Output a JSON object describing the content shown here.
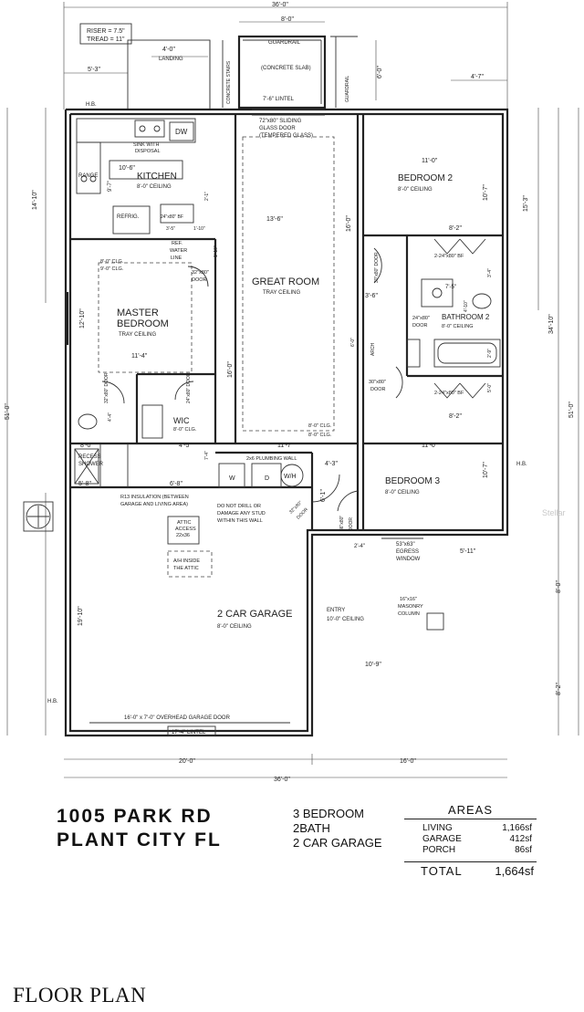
{
  "dims": {
    "top_overall": "36'-0\"",
    "top_stair": "8'-0\"",
    "landing_w": "4'-0\"",
    "left_offset": "5'-3\"",
    "right_offset": "4'-7\"",
    "slab_depth": "6'-0\"",
    "left_upper": "14'-10\"",
    "left_overall": "51'-0\"",
    "left_garage": "19'-10\"",
    "right_upper": "15'-3\"",
    "right_mid": "34'-10\"",
    "right_overall": "51'-0\"",
    "right_porch": "8'-0\"",
    "right_porch2": "8'-2\"",
    "bottom_left": "20'-0\"",
    "bottom_right": "16'-0\"",
    "bottom_overall": "36'-0\"",
    "kitchen_w": "10'-6\"",
    "kitchen_d": "9'-7\"",
    "great_w": "13'-6\"",
    "great_d": "16'-0\"",
    "bed2_w": "11'-0\"",
    "bed2_d": "10'-7\"",
    "bath_w": "8'-2\"",
    "bath_w2": "8'-2\"",
    "bath_in": "3'-6\"",
    "bath_in2": "7'-5\"",
    "bath_d": "4'-10\"",
    "bath_d2": "3'-4\"",
    "bath_d3": "2'-9\"",
    "bath_d4": "5'-0\"",
    "master_w": "11'-4\"",
    "master_d": "12'-10\"",
    "master_d2": "16'-0\"",
    "great_bottom": "11'-7\"",
    "bed3_w": "11'-0\"",
    "bed3_d": "10'-7\"",
    "closet_w": "8'-0\"",
    "wic_w": "4'-5\"",
    "wic_d": "7'-4\"",
    "shower_w": "5'-8\"",
    "laundry_w": "6'-8\"",
    "hall_w": "4'-3\"",
    "hall_d": "6'-1\"",
    "hall_w2": "2'-4\"",
    "egress_off": "5'-11\"",
    "entry_w": "10'-9\"",
    "ref_w": "3'-5\"",
    "ref_d": "1'-10\"",
    "ref_d2": "2'-1\"",
    "kit_d3": "1'-10\"",
    "hall_h": "6'-0\"",
    "mb_closet_d": "4'-4\""
  },
  "labels": {
    "riser": "RISER = 7.5\"",
    "tread": "TREAD = 11\"",
    "landing": "LANDING",
    "guardrail": "GUARDRAIL",
    "guardrail_side": "GUARDRAIL",
    "concrete_slab": "(CONCRETE SLAB)",
    "concrete_stairs": "CONCRETE STAIRS",
    "lintel_top": "7'-6\" LINTEL",
    "hb1": "H.B.",
    "hb2": "H.B.",
    "hb3": "H.B.",
    "sliding_door_1": "72\"x80\" SLIDING",
    "sliding_door_2": "GLASS DOOR",
    "sliding_door_3": "(TEMPERED GLASS)",
    "dw": "DW",
    "sink1": "SINK WITH",
    "sink2": "DISPOSAL",
    "range": "RANGE",
    "kitchen": "KITCHEN",
    "kitchen_ceiling": "8'-0\" CEILING",
    "refrig": "REFRIG.",
    "pantry_bf": "24\"x80\" BF",
    "ref_water1": "REF.",
    "ref_water2": "WATER",
    "ref_water3": "LINE",
    "great_room": "GREAT ROOM",
    "great_ceiling": "TRAY CEILING",
    "great_clg1": "8'-0\" CLG.",
    "great_clg2": "8'-0\" CLG.",
    "master1": "MASTER",
    "master2": "BEDROOM",
    "master_ceiling": "TRAY CEILING",
    "master_clg1": "8'-0\" CLG.",
    "master_clg2": "9'-0\" CLG.",
    "master_door": "32\"x80\"",
    "master_door2": "DOOR",
    "closet_door": "32\"x80\" DOOR",
    "wic_door": "24\"x80\" DOOR",
    "wic": "WIC",
    "wic_ceiling": "8'-0\" CLG.",
    "recess": "RECESS",
    "shower": "SHOWER",
    "plumbing": "2x6 PLUMBING WALL",
    "wh": "W/H",
    "washer": "W",
    "dryer": "D",
    "bedroom2": "BEDROOM 2",
    "bed2_ceiling": "8'-0\" CEILING",
    "bf_top": "2-24\"x80\" BF",
    "bf_bot": "2-24\"x80\" BF",
    "bath2": "BATHROOM 2",
    "bath2_ceiling": "8'-0\" CEILING",
    "bath_door": "30\"x80\"",
    "bath_door2": "DOOR",
    "linen": "24\"x80\"",
    "linen2": "DOOR",
    "arch": "ARCH",
    "bed2_door": "30\"x80\" DOOR",
    "bedroom3": "BEDROOM 3",
    "bed3_ceiling": "8'-0\" CEILING",
    "bed3_door": "36\"x80\"",
    "bed3_door2": "DOOR",
    "garage_door_in": "32\"x80\"",
    "garage_door_in2": "DOOR",
    "egress1": "53\"x63\"",
    "egress2": "EGRESS",
    "egress3": "WINDOW",
    "r13_1": "R13 INSULATION (BETWEEN",
    "r13_2": "GARAGE AND LIVING AREA)",
    "no_drill1": "DO NOT DRILL OR",
    "no_drill2": "DAMAGE ANY STUD",
    "no_drill3": "WITHIN THIS WALL",
    "attic1": "ATTIC",
    "attic2": "ACCESS",
    "attic3": "22x36",
    "ah1": "A/H INSIDE",
    "ah2": "THE ATTIC",
    "garage": "2 CAR GARAGE",
    "garage_ceiling": "8'-0\" CEILING",
    "entry": "ENTRY",
    "entry_ceiling": "10'-0\" CEILING",
    "masonry1": "16\"x16\"",
    "masonry2": "MASONRY",
    "masonry3": "COLUMN",
    "overhead": "16'-0\" x 7'-0\" OVERHEAD GARAGE DOOR",
    "lintel_bottom": "17'-4\" LINTEL"
  },
  "title": {
    "line1": "1005 PARK  RD",
    "line2": "PLANT CITY FL"
  },
  "features": [
    "3 BEDROOM",
    "2BATH",
    "2 CAR GARAGE"
  ],
  "areas": {
    "heading": "AREAS",
    "rows": [
      {
        "label": "LIVING",
        "value": "1,166sf"
      },
      {
        "label": "GARAGE",
        "value": "412sf"
      },
      {
        "label": "PORCH",
        "value": "86sf"
      }
    ],
    "total_label": "TOTAL",
    "total_value": "1,664sf"
  },
  "plan_label": "FLOOR PLAN",
  "watermark": "Stellar"
}
